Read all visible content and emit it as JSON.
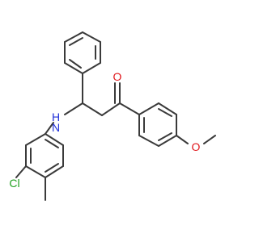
{
  "molecule": {
    "atoms": {
      "oxygen_carbonyl": "O",
      "nitrogen_amine": "N",
      "hydrogen_amine": "H",
      "chlorine": "Cl",
      "oxygen_methoxy": "O"
    },
    "colors": {
      "bond": "#3a3a3a",
      "oxygen": "#e0161b",
      "nitrogen": "#2030d8",
      "chlorine": "#1fa11f",
      "hydrogen": "#2030d8"
    }
  }
}
